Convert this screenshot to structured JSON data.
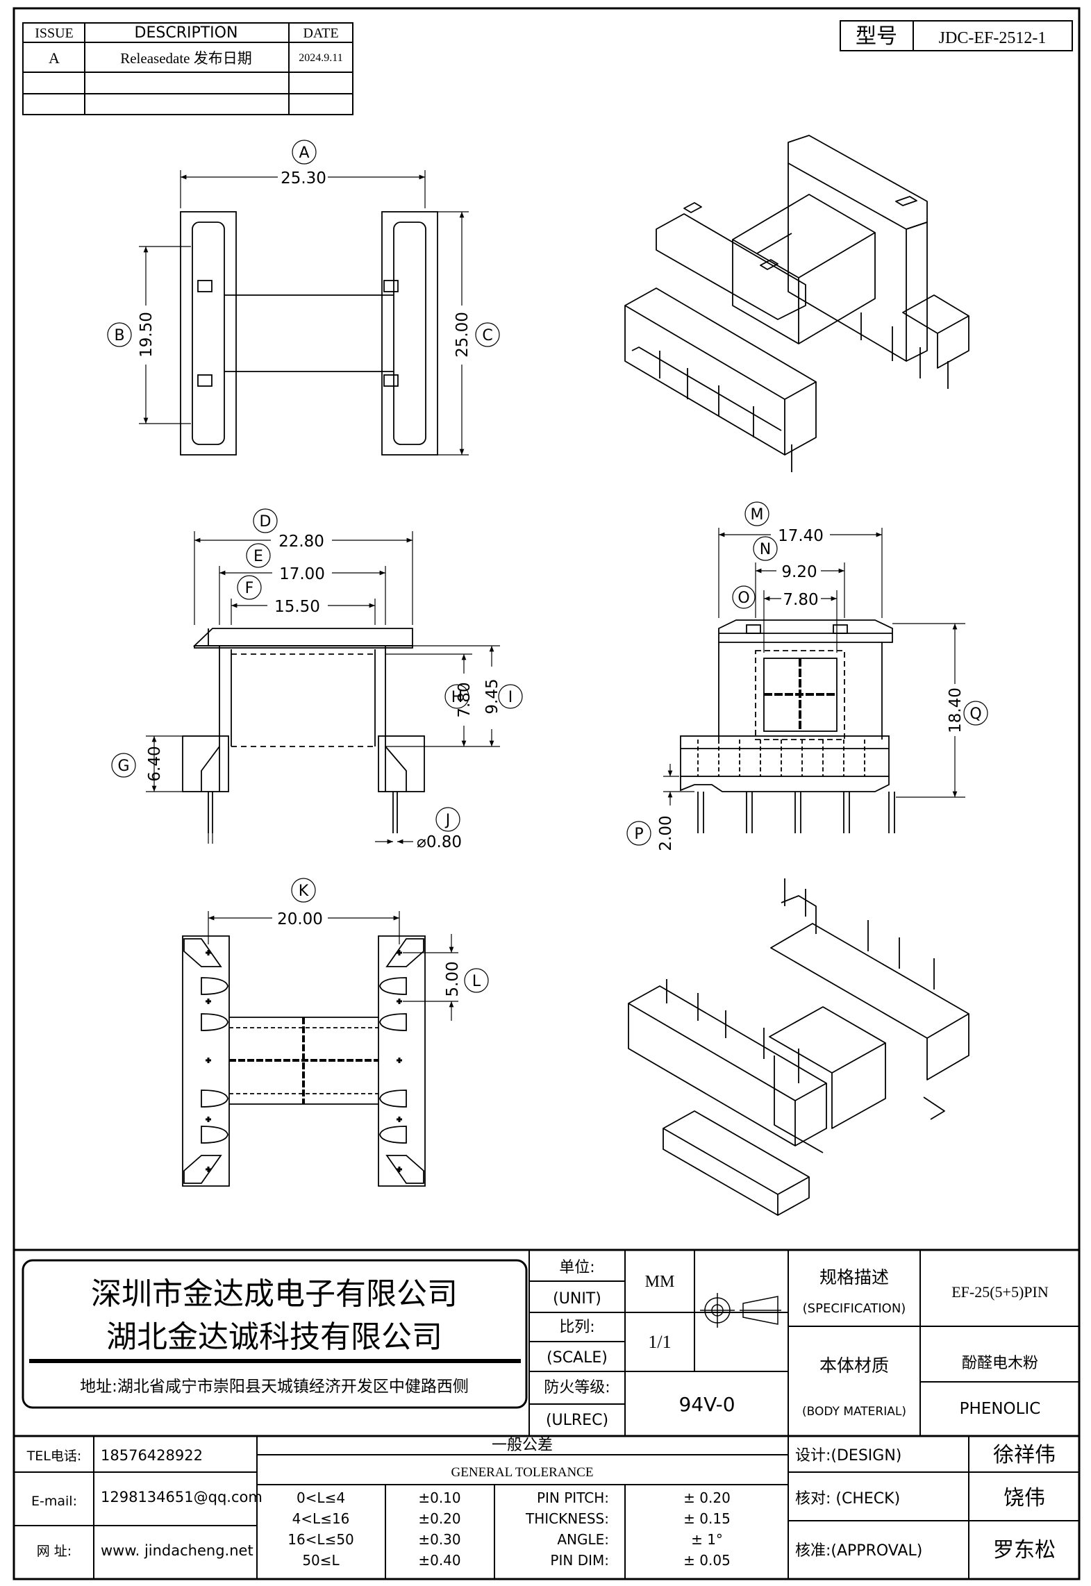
{
  "revision_table": {
    "headers": [
      "ISSUE",
      "DESCRIPTION",
      "DATE"
    ],
    "rows": [
      {
        "issue": "A",
        "description": "Releasedate 发布日期",
        "date": "2024.9.11"
      }
    ]
  },
  "model": {
    "label": "型号",
    "value": "JDC-EF-2512-1"
  },
  "dimensions": {
    "A": "25.30",
    "B": "19.50",
    "C": "25.00",
    "D": "22.80",
    "E": "17.00",
    "F": "15.50",
    "G": "6.40",
    "H": "7.80",
    "I": "9.45",
    "J": "⌀0.80",
    "K": "20.00",
    "L": "5.00",
    "M": "17.40",
    "N": "9.20",
    "O": "7.80",
    "P": "2.00",
    "Q": "18.40"
  },
  "title_block": {
    "company_1": "深圳市金达成电子有限公司",
    "company_2": "湖北金达诚科技有限公司",
    "address": "地址:湖北省咸宁市崇阳县天城镇经济开发区中健路西侧",
    "unit_label_cn": "单位:",
    "unit_label_en": "(UNIT)",
    "unit_value": "MM",
    "scale_label_cn": "比列:",
    "scale_label_en": "(SCALE)",
    "scale_value": "1/1",
    "fire_label_cn": "防火等级:",
    "fire_label_en": "(ULREC)",
    "fire_value": "94V-0",
    "spec_label_cn": "规格描述",
    "spec_label_en": "(SPECIFICATION)",
    "spec_value": "EF-25(5+5)PIN",
    "material_label_cn": "本体材质",
    "material_label_en": "(BODY MATERIAL)",
    "material_value_cn": "酚醛电木粉",
    "material_value_en": "PHENOLIC",
    "tel_label": "TEL电话:",
    "tel_value": "18576428922",
    "email_label": "E-mail:",
    "email_value": "1298134651@qq.com",
    "web_label": "网 址:",
    "web_value": "www. jindacheng.net",
    "tolerance_title_cn": "一般公差",
    "tolerance_title_en": "GENERAL TOLERANCE",
    "tolerance_rows": [
      {
        "range": "0<L≤4",
        "tol": "±0.10",
        "item": "PIN PITCH:",
        "val": "± 0.20"
      },
      {
        "range": "4<L≤16",
        "tol": "±0.20",
        "item": "THICKNESS:",
        "val": "± 0.15"
      },
      {
        "range": "16<L≤50",
        "tol": "±0.30",
        "item": "ANGLE:",
        "val": "± 1°"
      },
      {
        "range": "50≤L",
        "tol": "±0.40",
        "item": "PIN DIM:",
        "val": "± 0.05"
      }
    ],
    "design_label": "设计:(DESIGN)",
    "design_value": "徐祥伟",
    "check_label": "核对: (CHECK)",
    "check_value": "饶伟",
    "approval_label": "核准:(APPROVAL)",
    "approval_value": "罗东松"
  }
}
